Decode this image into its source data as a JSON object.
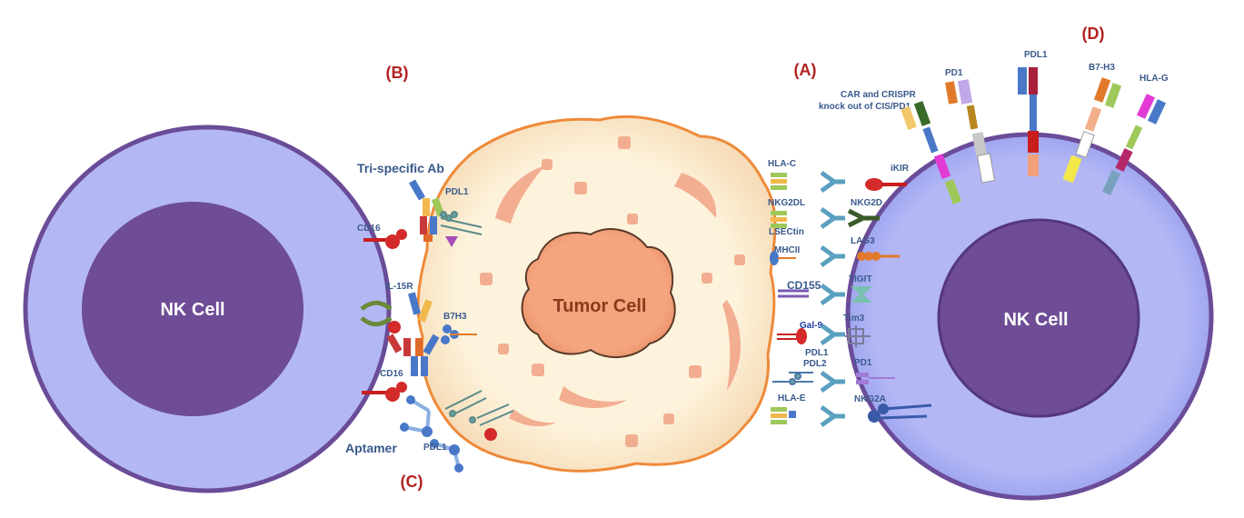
{
  "panels": {
    "a": "(A)",
    "b": "(B)",
    "c": "(C)",
    "d": "(D)"
  },
  "cells": {
    "nk_left": "NK Cell",
    "nk_right": "NK Cell",
    "tumor": "Tumor Cell"
  },
  "left_labels": {
    "trispecific": "Tri-specific Ab",
    "pdl1_top": "PDL1",
    "cd16_top": "CD16",
    "il15r": "IL-15R",
    "b7h3": "B7H3",
    "cd16_bottom": "CD16",
    "pdl1_bottom": "PDL1",
    "aptamer": "Aptamer"
  },
  "right_labels": {
    "car_crispr_line1": "CAR and CRISPR",
    "car_crispr_line2": "knock out of CIS/PD1",
    "pd1_top": "PD1",
    "pdl1_top": "PDL1",
    "b7h3": "B7-H3",
    "hlag": "HLA-G",
    "hlac": "HLA-C",
    "ikir": "iKIR",
    "nkg2dl": "NKG2DL",
    "nkg2d": "NKG2D",
    "lsectin": "LSECtin",
    "mhcii": "MHCII",
    "lag3": "LAG3",
    "cd155": "CD155",
    "tigit": "TIGIT",
    "gal9": "Gal-9",
    "tim3": "Tim3",
    "pdl1": "PDL1",
    "pdl2": "PDL2",
    "pd1": "PD1",
    "hlae": "HLA-E",
    "nkg2a": "NKG2A"
  },
  "colors": {
    "nk_outer": "#b3b8f5",
    "nk_border": "#6a4c98",
    "nk_nucleus": "#6e4c96",
    "tumor_fill": "#fdf3dc",
    "tumor_border": "#ee8a3a",
    "tumor_nucleus": "#f2a07a",
    "panel_label": "#b22222",
    "protein_label": "#3a5a8c"
  }
}
